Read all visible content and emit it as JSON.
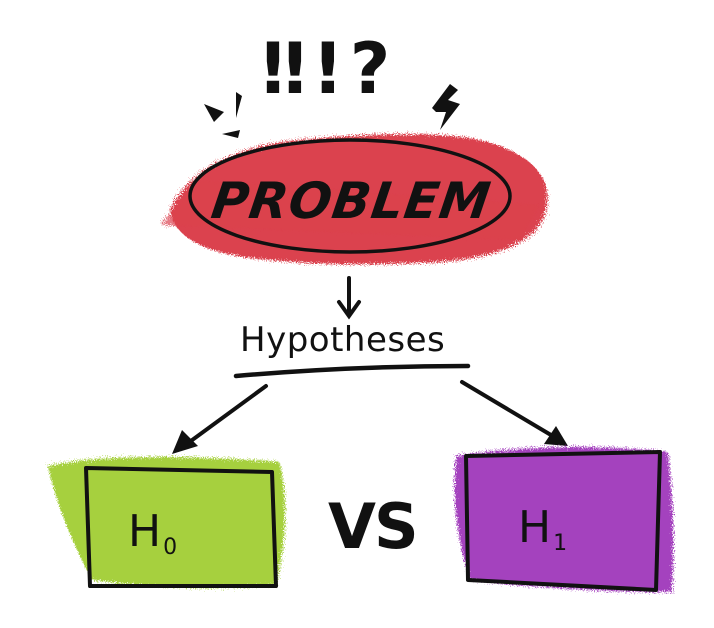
{
  "diagram": {
    "exclamations": "‼!?",
    "problem": {
      "label": "PROBLEM",
      "fill": "#d9303f"
    },
    "hypotheses": {
      "label": "Hypotheses"
    },
    "null_hypothesis": {
      "label": "H",
      "subscript": "0",
      "fill": "#9dcb2a"
    },
    "alternative_hypothesis": {
      "label": "H",
      "subscript": "1",
      "fill": "#9b2fb8"
    },
    "versus": {
      "label": "VS"
    }
  }
}
